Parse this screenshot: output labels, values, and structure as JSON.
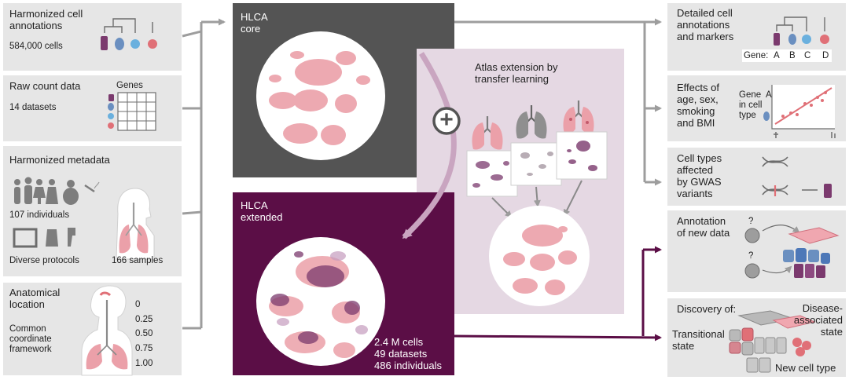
{
  "left": {
    "cell_annotations": {
      "title": "Harmonized cell\nannotations",
      "count": "584,000 cells"
    },
    "raw_counts": {
      "title": "Raw count data",
      "genes_label": "Genes",
      "count": "14 datasets"
    },
    "metadata": {
      "title": "Harmonized metadata",
      "individuals": "107 individuals",
      "protocols": "Diverse protocols",
      "samples": "166 samples"
    },
    "anatomy": {
      "title": "Anatomical\nlocation",
      "framework": "Common\ncoordinate\nframework",
      "scale": [
        "0",
        "0.25",
        "0.50",
        "0.75",
        "1.00"
      ]
    }
  },
  "center": {
    "core_title": "HLCA\ncore",
    "extended_title": "HLCA\nextended",
    "extension_title": "Atlas extension by\ntransfer learning",
    "plus": "+",
    "stats": [
      "2.4 M cells",
      "49 datasets",
      "486 individuals"
    ]
  },
  "right": {
    "detailed": {
      "title": "Detailed cell\nannotations\nand markers",
      "gene_prefix": "Gene:",
      "genes": [
        "A",
        "B",
        "C",
        "D"
      ]
    },
    "effects": {
      "title": "Effects of\nage, sex,\nsmoking\nand BMI",
      "axis_label": "Gene\nin cell\ntype",
      "gene_letter": "A"
    },
    "gwas": {
      "title": "Cell types\naffected\nby GWAS\nvariants"
    },
    "annotation": {
      "title": "Annotation\nof new data",
      "unknown": "?"
    },
    "discovery": {
      "title": "Discovery of:",
      "transitional": "Transitional\nstate",
      "disease": "Disease-\nassociated\nstate",
      "new_type": "New cell type"
    }
  },
  "colors": {
    "panel": "#e6e6e6",
    "core": "#545454",
    "extended": "#5b0e46",
    "extension": "#e5d8e3",
    "pink": "#eba0a9",
    "arrow_gray": "#9d9d9d",
    "arrow_purple": "#5b0e46"
  }
}
